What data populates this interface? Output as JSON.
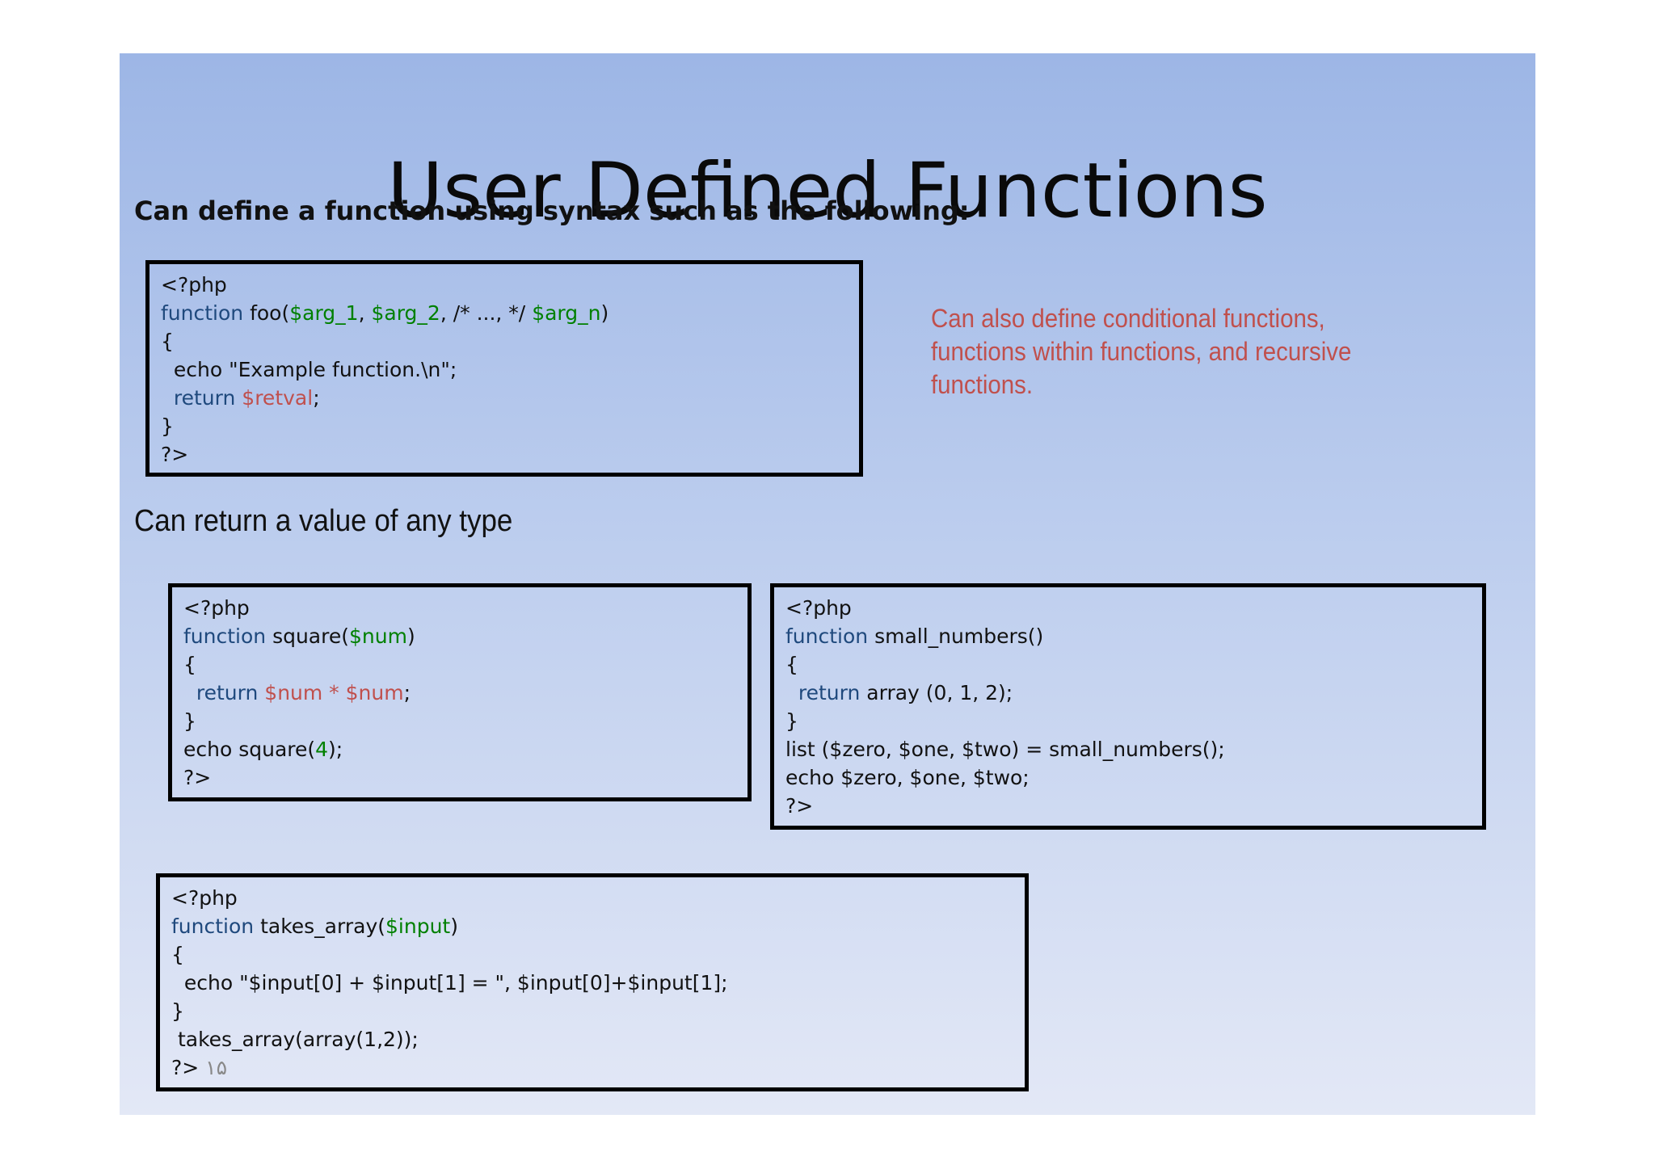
{
  "slide": {
    "title": "User Defined Functions",
    "subtitle": "Can define a function using syntax such as the following:",
    "return_note": "Can return a value of any type",
    "side_note": "Can also define conditional functions, functions within functions, and recursive functions.",
    "page_number": "١۵"
  },
  "code1": {
    "l1": "<?php",
    "l2_kw": "function",
    "l2_name": " foo(",
    "l2_a1": "$arg_1",
    "l2_sep1": ", ",
    "l2_a2": "$arg_2",
    "l2_mid": ", /* ..., */ ",
    "l2_an": "$arg_n",
    "l2_end": ")",
    "l3": "{",
    "l4": "  echo \"Example function.\\n\";",
    "l5_kw": "  return",
    "l5_sp": " ",
    "l5_var": "$retval",
    "l5_end": ";",
    "l6": "}",
    "l7": "?>"
  },
  "code2": {
    "l1": "<?php",
    "l2_kw": "function",
    "l2_name": " square(",
    "l2_var": "$num",
    "l2_end": ")",
    "l3": "{",
    "l4_kw": "  return",
    "l4_expr": " $num * $num",
    "l4_end": ";",
    "l5": "}",
    "l6_pre": "echo square(",
    "l6_num": "4",
    "l6_end": ");",
    "l7": "?>"
  },
  "code3": {
    "l1": "<?php",
    "l2_kw": "function",
    "l2_rest": " small_numbers()",
    "l3": "{",
    "l4_kw": "  return",
    "l4_rest": " array (0, 1, 2);",
    "l5": "}",
    "l6": "list ($zero, $one, $two) = small_numbers();",
    "l7": "echo $zero, $one, $two;",
    "l8": "?>"
  },
  "code4": {
    "l1": "<?php",
    "l2_kw": "function",
    "l2_name": " takes_array(",
    "l2_var": "$input",
    "l2_end": ")",
    "l3": "{",
    "l4": "  echo \"$input[0] + $input[1] = \", $input[0]+$input[1];",
    "l5": "}",
    "l6": " takes_array(array(1,2));",
    "l7": "?> "
  }
}
